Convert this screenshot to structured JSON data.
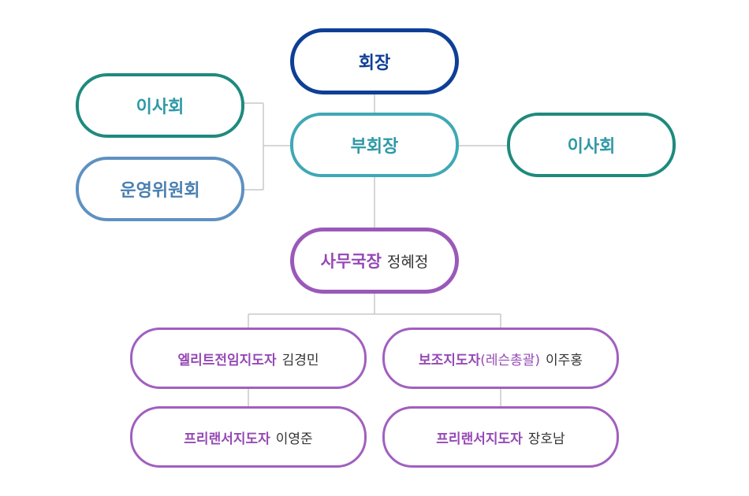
{
  "colors": {
    "navy": "#0e3f96",
    "teal": "#3fa8b5",
    "green_teal": "#1e8a7d",
    "steel_blue": "#5f91c1",
    "purple": "#9a59b9",
    "connector": "#c8c8c8"
  },
  "org": {
    "president": "회장",
    "vice_president": "부회장",
    "board_left": "이사회",
    "steering_committee": "운영위원회",
    "board_right": "이사회",
    "secretary_general": {
      "role": "사무국장",
      "name": "정혜정"
    },
    "elite_coach": {
      "role": "엘리트전임지도자",
      "name": "김경민"
    },
    "assistant_coach": {
      "role": "보조지도자",
      "role_note": "(레슨총괄)",
      "name": "이주홍"
    },
    "freelance_left": {
      "role": "프리랜서지도자",
      "name": "이영준"
    },
    "freelance_right": {
      "role": "프리랜서지도자",
      "name": "장호남"
    }
  }
}
